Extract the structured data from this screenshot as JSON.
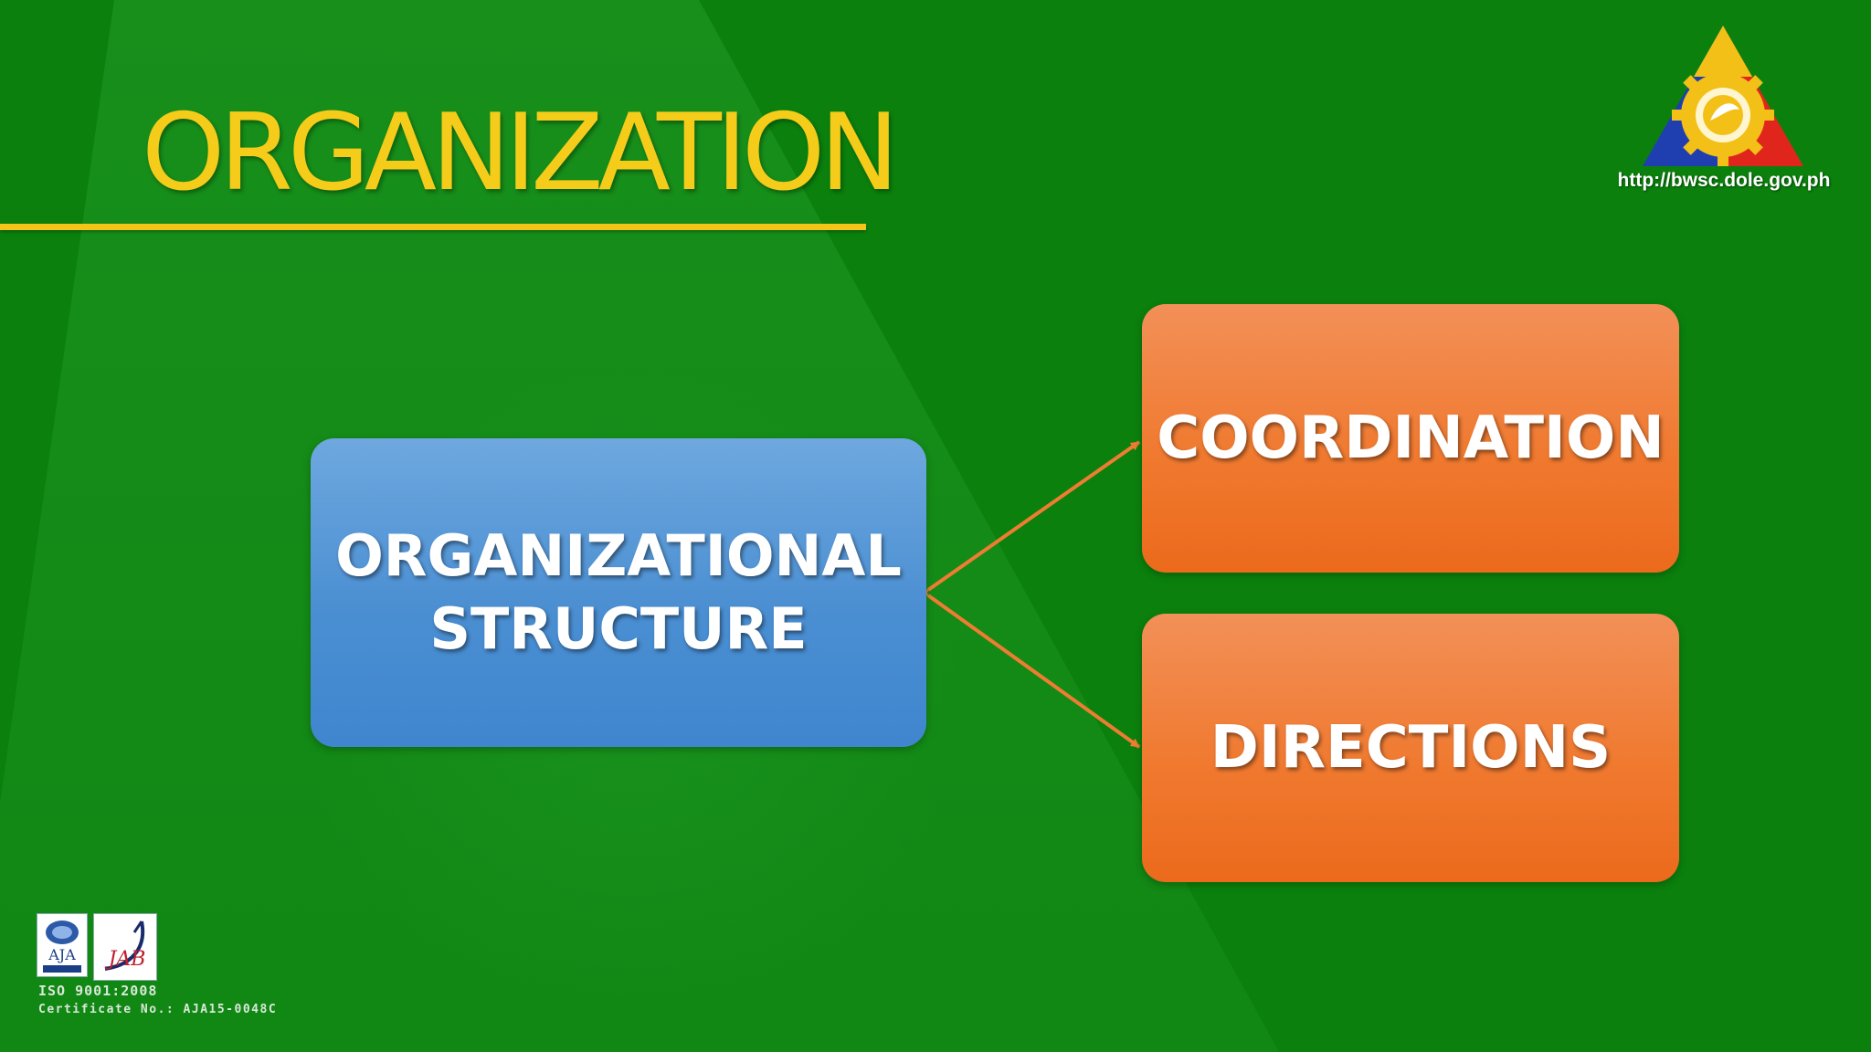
{
  "title": "ORGANIZATION",
  "logo": {
    "url_text": "http://bwsc.dole.gov.ph",
    "icon": "dole-triangle-gear-logo",
    "colors": {
      "blue": "#1f3fb0",
      "red": "#e0261c",
      "yellow": "#f3c018"
    }
  },
  "nodes": {
    "structure": {
      "line1": "ORGANIZATIONAL",
      "line2": "STRUCTURE"
    },
    "coordination": {
      "label": "COORDINATION"
    },
    "directions": {
      "label": "DIRECTIONS"
    }
  },
  "connectors": [
    {
      "from": "structure",
      "to": "coordination",
      "style": "double-arrow"
    },
    {
      "from": "structure",
      "to": "directions",
      "style": "double-arrow"
    }
  ],
  "certification": {
    "badges": [
      "AJA",
      "JAB"
    ],
    "aja_text": "AJA",
    "jab_text": "JAB",
    "iso": "ISO 9001:2008",
    "certificate": "Certificate No.: AJA15-0048C"
  },
  "colors": {
    "background": "#0b800d",
    "title": "#f5cc1a",
    "structure_box": "#4b8fd2",
    "target_boxes": "#f07a30",
    "arrow": "#ee7d32"
  }
}
